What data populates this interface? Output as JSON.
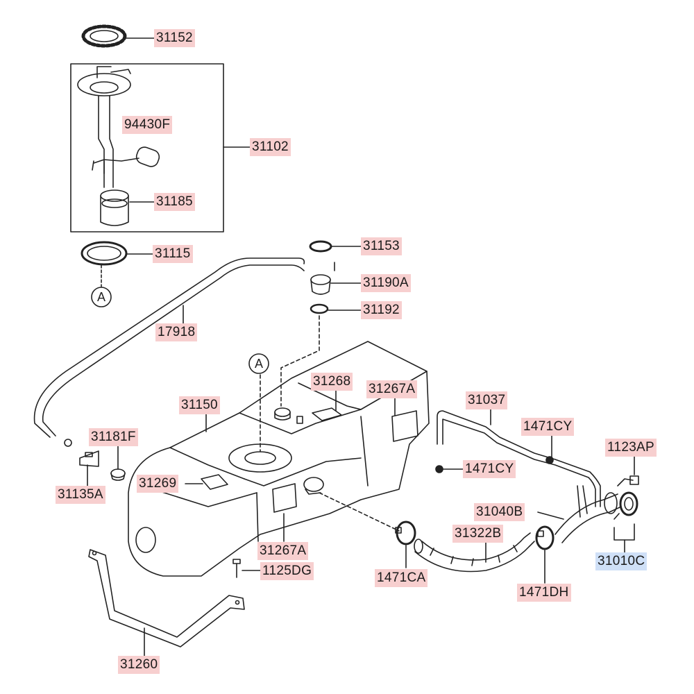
{
  "callouts": {
    "c31152": "31152",
    "c31102": "31102",
    "c94430F": "94430F",
    "c31185": "31185",
    "c31115": "31115",
    "c31153": "31153",
    "c31190A": "31190A",
    "c31192": "31192",
    "c17918": "17918",
    "c31268": "31268",
    "c31267A_top": "31267A",
    "c31037": "31037",
    "c1471CY_top": "1471CY",
    "c1123AP": "1123AP",
    "c31150": "31150",
    "c31181F": "31181F",
    "c1471CY_mid": "1471CY",
    "c31040B": "31040B",
    "c31269": "31269",
    "c31135A": "31135A",
    "c31322B": "31322B",
    "c31010C": "31010C",
    "c31267A_bot": "31267A",
    "c1125DG": "1125DG",
    "c1471CA": "1471CA",
    "c1471DH": "1471DH",
    "c31260": "31260"
  },
  "markers": {
    "a_top": "A",
    "a_tank": "A"
  },
  "colors": {
    "label_bg": "#f7cfcf",
    "label_bg_highlight": "#cfe0f7",
    "line": "#222222"
  }
}
